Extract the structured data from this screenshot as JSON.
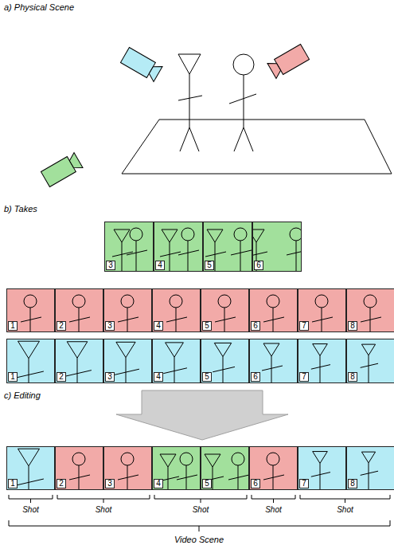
{
  "diagram": {
    "nodes": [
      {
        "text": [
          "3"
        ]
      },
      {
        "text": [
          "4"
        ]
      },
      {
        "text": [
          "5"
        ]
      },
      {
        "text": [
          "6"
        ]
      },
      {
        "text": [
          "1"
        ]
      },
      {
        "text": [
          "2"
        ]
      },
      {
        "text": [
          "3"
        ]
      },
      {
        "text": [
          "4"
        ]
      },
      {
        "text": [
          "5"
        ]
      },
      {
        "text": [
          "6"
        ]
      },
      {
        "text": [
          "7"
        ]
      },
      {
        "text": [
          "8"
        ]
      },
      {
        "text": [
          "1"
        ]
      },
      {
        "text": [
          "2"
        ]
      },
      {
        "text": [
          "3"
        ]
      },
      {
        "text": [
          "4"
        ]
      },
      {
        "text": [
          "5"
        ]
      },
      {
        "text": [
          "6"
        ]
      },
      {
        "text": [
          "7"
        ]
      },
      {
        "text": [
          "8"
        ]
      },
      {
        "text": [
          "1"
        ]
      },
      {
        "text": [
          "2"
        ]
      },
      {
        "text": [
          "3"
        ]
      },
      {
        "text": [
          "4"
        ]
      },
      {
        "text": [
          "5"
        ]
      },
      {
        "text": [
          "6"
        ]
      },
      {
        "text": [
          "7"
        ]
      },
      {
        "text": [
          "8"
        ]
      }
    ],
    "labels": [
      "a) Physical Scene",
      "b) Takes",
      "c) Editing",
      "Shot",
      "Shot",
      "Shot",
      "Shot",
      "Shot",
      "Video Scene"
    ]
  }
}
